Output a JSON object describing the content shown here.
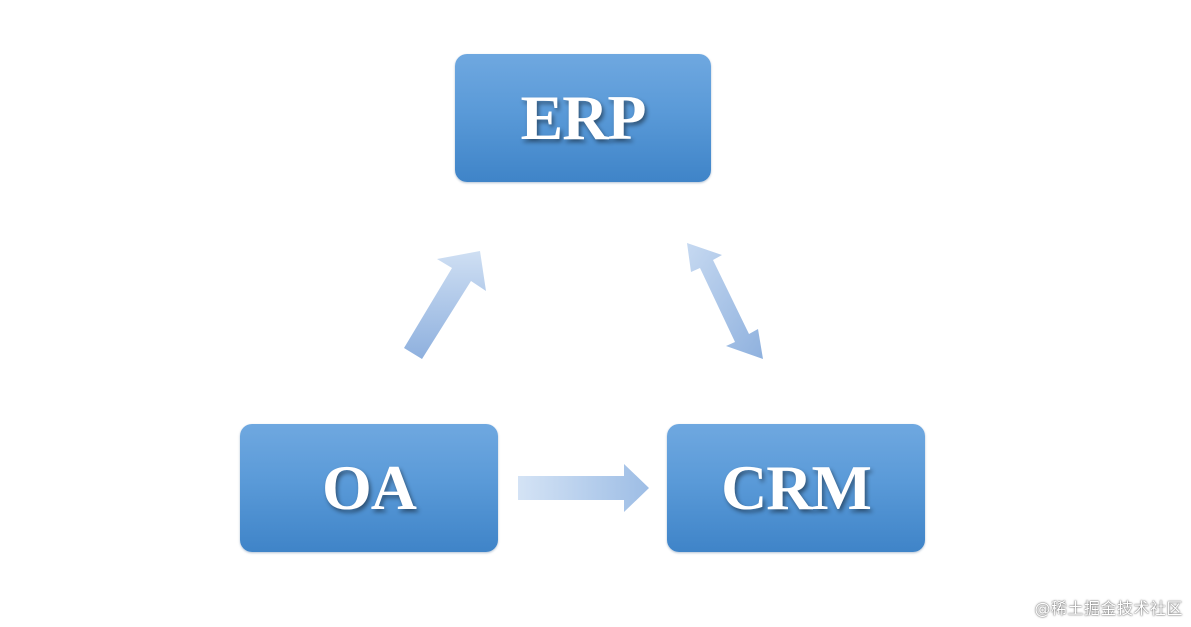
{
  "diagram": {
    "nodes": [
      {
        "id": "erp",
        "label": "ERP"
      },
      {
        "id": "oa",
        "label": "OA"
      },
      {
        "id": "crm",
        "label": "CRM"
      }
    ],
    "edges": [
      {
        "from": "oa",
        "to": "erp",
        "direction": "single"
      },
      {
        "from": "oa",
        "to": "crm",
        "direction": "single"
      },
      {
        "from": "erp",
        "to": "crm",
        "direction": "double"
      }
    ],
    "colors": {
      "node_top": "#6fa8e0",
      "node_bottom": "#3f84c8",
      "arrow_light": "#d3e2f4",
      "arrow_dark": "#8fb2df"
    }
  },
  "watermark": "@稀土掘金技术社区"
}
